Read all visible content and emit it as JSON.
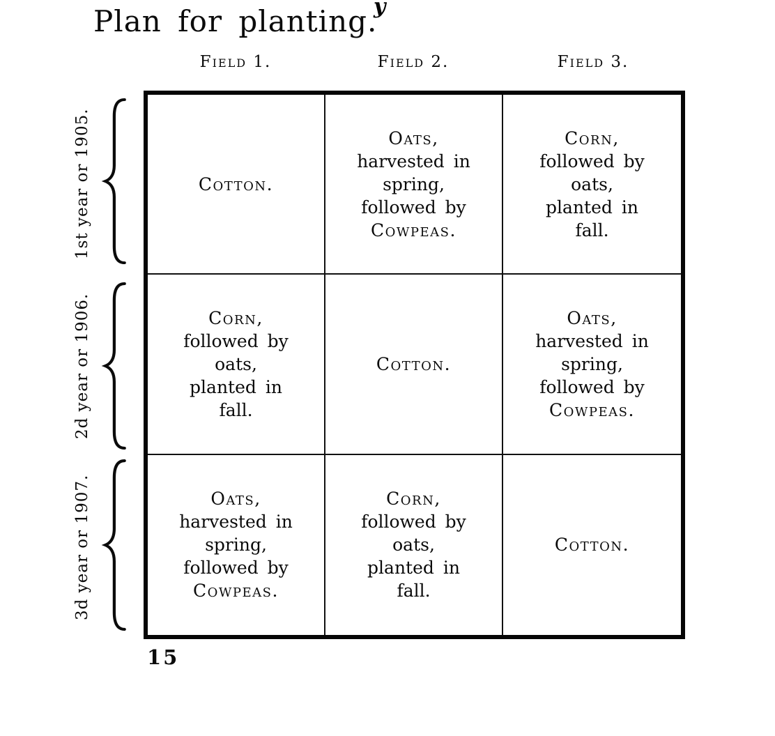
{
  "page": {
    "title": "Plan for planting.",
    "stray_mark": "y",
    "page_number": "15"
  },
  "icons": {
    "row_brace": "{"
  },
  "table": {
    "column_headers": [
      "Field 1.",
      "Field 2.",
      "Field 3."
    ],
    "rows": [
      {
        "label": "1st year or 1905.",
        "cells": [
          {
            "lines": [
              "Cotton."
            ]
          },
          {
            "lines": [
              "Oats,",
              "harvested in",
              "spring,",
              "followed by",
              "Cowpeas."
            ]
          },
          {
            "lines": [
              "Corn,",
              "followed by",
              "oats,",
              "planted in",
              "fall."
            ]
          }
        ]
      },
      {
        "label": "2d year or 1906.",
        "cells": [
          {
            "lines": [
              "Corn,",
              "followed by",
              "oats,",
              "planted in",
              "fall."
            ]
          },
          {
            "lines": [
              "Cotton."
            ]
          },
          {
            "lines": [
              "Oats,",
              "harvested in",
              "spring,",
              "followed by",
              "Cowpeas."
            ]
          }
        ]
      },
      {
        "label": "3d year or 1907.",
        "cells": [
          {
            "lines": [
              "Oats,",
              "harvested in",
              "spring,",
              "followed by",
              "Cowpeas."
            ]
          },
          {
            "lines": [
              "Corn,",
              "followed by",
              "oats,",
              "planted in",
              "fall."
            ]
          },
          {
            "lines": [
              "Cotton."
            ]
          }
        ]
      }
    ]
  }
}
